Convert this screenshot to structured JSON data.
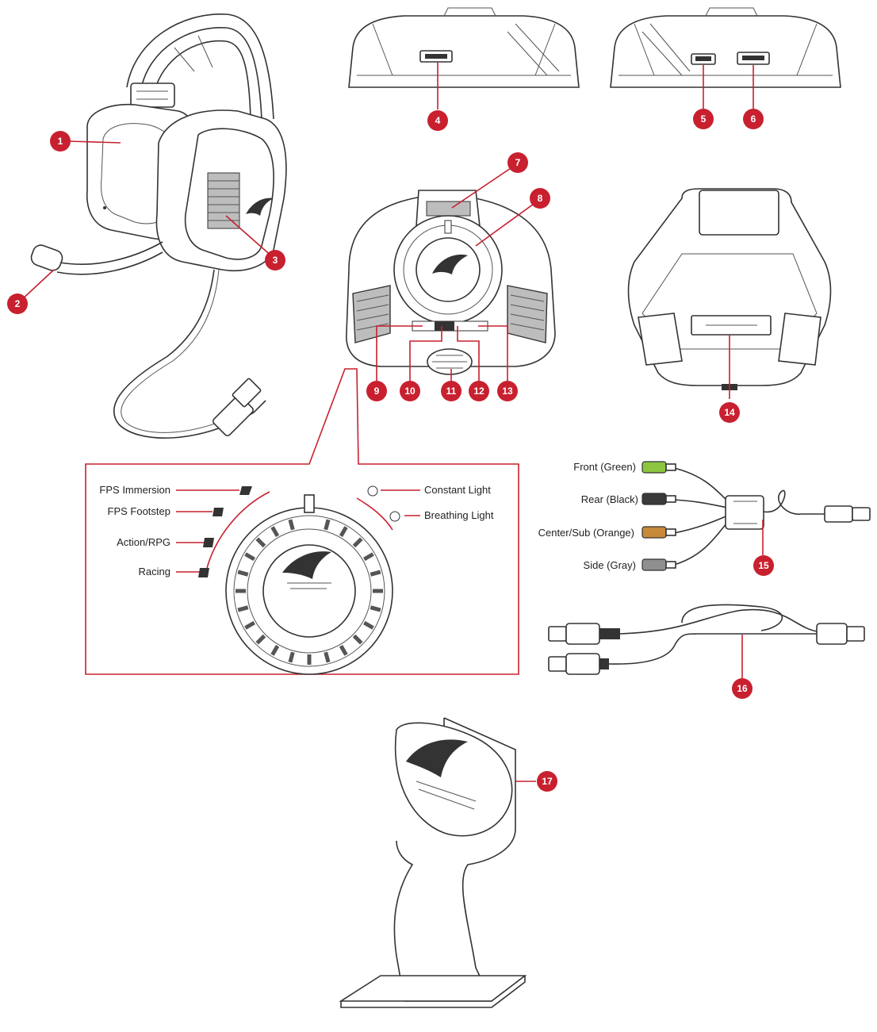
{
  "accent_color": "#c8202f",
  "callouts": [
    "1",
    "2",
    "3",
    "4",
    "5",
    "6",
    "7",
    "8",
    "9",
    "10",
    "11",
    "12",
    "13",
    "14",
    "15",
    "16",
    "17"
  ],
  "mode_labels": {
    "fps_immersion": "FPS Immersion",
    "fps_footstep": "FPS Footstep",
    "action_rpg": "Action/RPG",
    "racing": "Racing",
    "constant_light": "Constant Light",
    "breathing_light": "Breathing Light"
  },
  "audio_plugs": {
    "front": "Front (Green)",
    "rear": "Rear (Black)",
    "center_sub": "Center/Sub (Orange)",
    "side": "Side (Gray)"
  },
  "plug_colors": {
    "front": "#8cc63f",
    "rear": "#3a3a3a",
    "center_sub": "#c7893a",
    "side": "#8f8f8f"
  }
}
